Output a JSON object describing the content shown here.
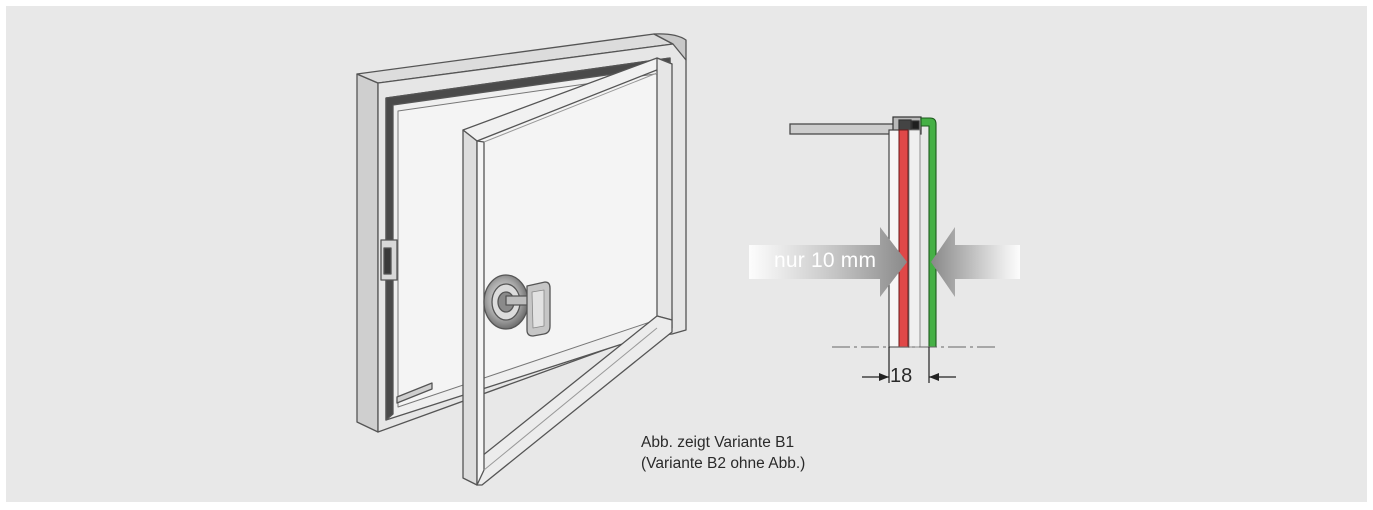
{
  "caption": {
    "line1": "Abb. zeigt Variante B1",
    "line2": "(Variante B2 ohne Abb.)"
  },
  "section_view": {
    "arrow_label": "nur 10 mm",
    "dimension_label": "18"
  },
  "colors": {
    "background": "#e8e8e8",
    "frame": "#e4e4e4",
    "outline": "#555555",
    "pane_inner_red": "#e04848",
    "pane_outer_green": "#45b045",
    "arrow_gray": "#8a8a8a"
  },
  "icons": [
    "showcase-illustration",
    "key-lock-icon",
    "arrow-right-icon",
    "arrow-left-icon",
    "dimension-arrow-icon"
  ]
}
